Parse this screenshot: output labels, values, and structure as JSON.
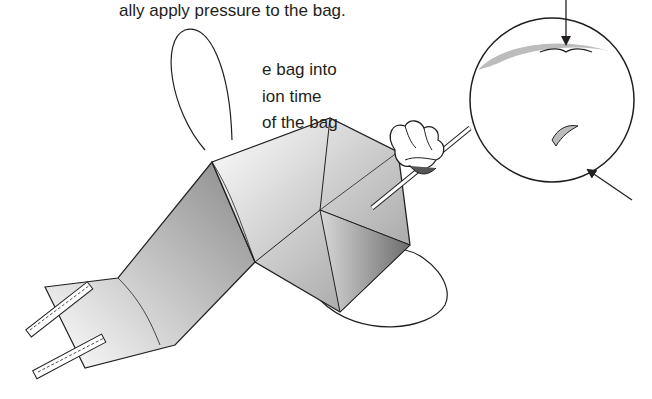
{
  "diagram": {
    "labels": [
      "ally apply pressure to the bag.",
      "e bag into",
      "ion time",
      "of the bag"
    ]
  }
}
